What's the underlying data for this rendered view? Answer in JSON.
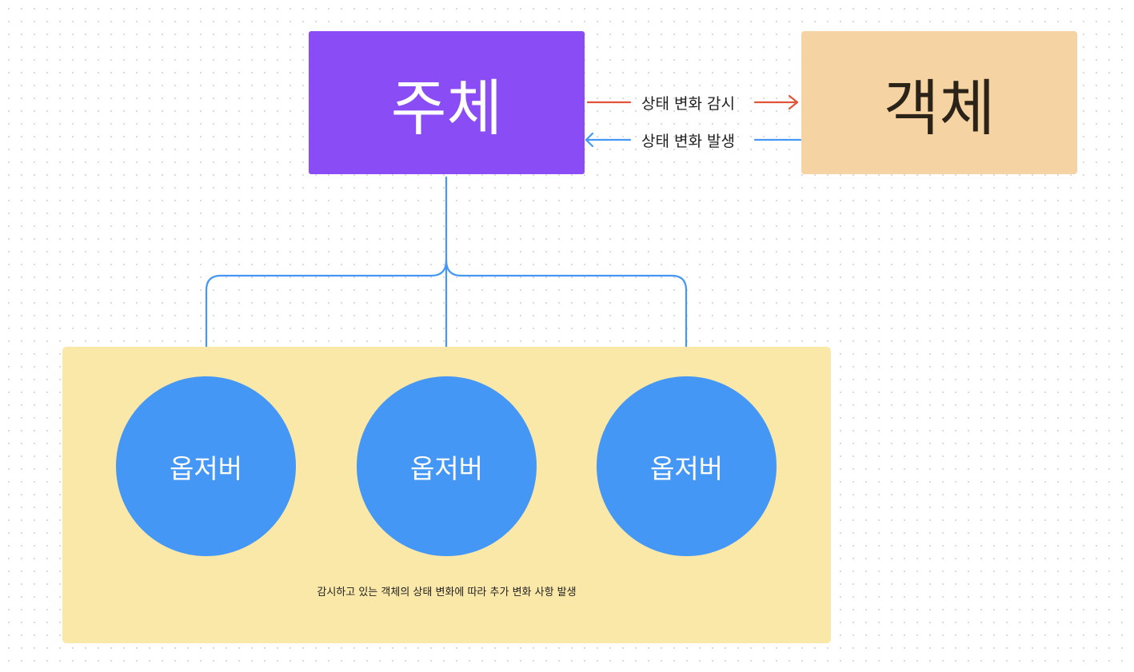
{
  "diagram": {
    "subject": {
      "label": "주체"
    },
    "object": {
      "label": "객체"
    },
    "edges": {
      "watch_label": "상태 변화 감시",
      "emit_label": "상태 변화 발생"
    },
    "observers": [
      {
        "label": "옵저버"
      },
      {
        "label": "옵저버"
      },
      {
        "label": "옵저버"
      }
    ],
    "group_caption": "감시하고 있는 객체의 상태 변화에 따라 추가 변화 사항 발생"
  },
  "colors": {
    "subject_fill": "#8a4cf5",
    "object_fill": "#f5d3a3",
    "group_fill": "#fae8a9",
    "observer_fill": "#4597f5",
    "watch_arrow": "#e0553a",
    "emit_arrow": "#4597f5"
  }
}
